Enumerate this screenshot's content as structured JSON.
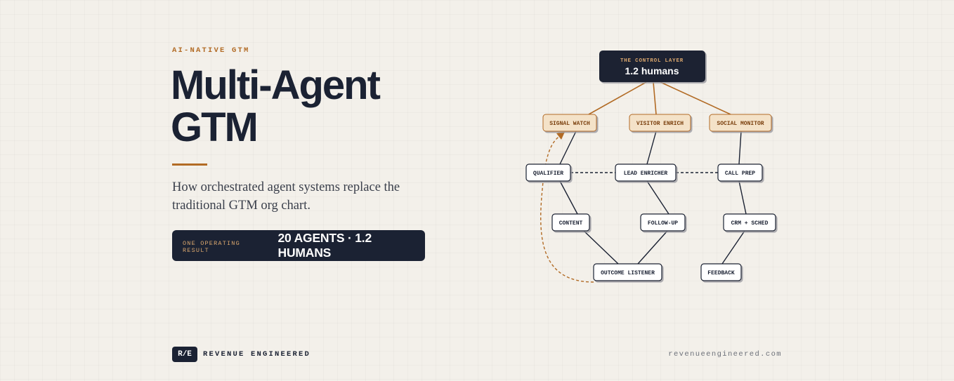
{
  "header": {
    "eyebrow": "AI-NATIVE GTM",
    "title_lines": [
      "Multi-Agent",
      "GTM"
    ],
    "subtitle": "How orchestrated agent systems replace the traditional GTM org chart."
  },
  "result": {
    "label": "ONE OPERATING RESULT",
    "value": "20 AGENTS · 1.2 HUMANS"
  },
  "diagram": {
    "root": {
      "label": "THE CONTROL LAYER",
      "value": "1.2 humans"
    },
    "signal_nodes": [
      "SIGNAL WATCH",
      "VISITOR ENRICH",
      "SOCIAL MONITOR"
    ],
    "agent_nodes": [
      "QUALIFIER",
      "LEAD ENRICHER",
      "CALL PREP",
      "CONTENT",
      "FOLLOW-UP",
      "CRM + SCHED",
      "OUTCOME LISTENER",
      "FEEDBACK"
    ]
  },
  "footer": {
    "badge": "R/E",
    "brand": "REVENUE ENGINEERED",
    "url": "revenueengineered.com"
  },
  "colors": {
    "accent": "#b26b25",
    "navy": "#1b2233",
    "background": "#f3f0ea",
    "signal_fill": "#f4e2c8"
  }
}
